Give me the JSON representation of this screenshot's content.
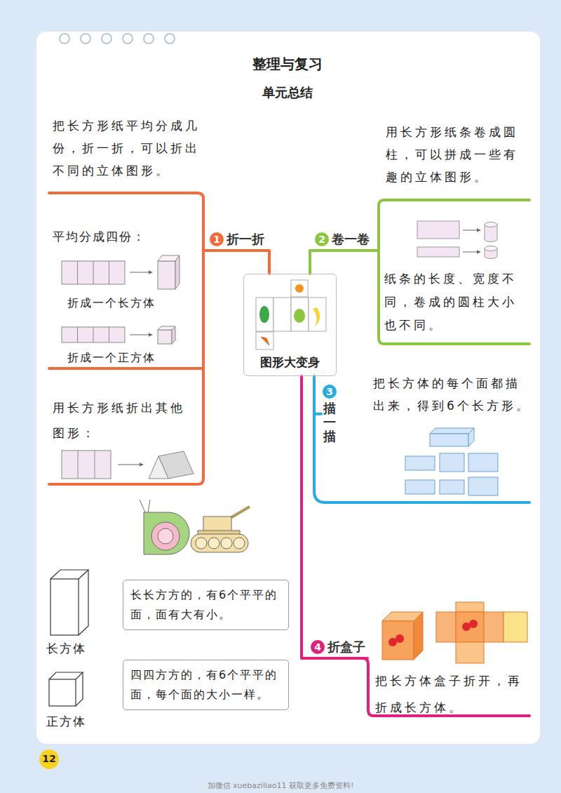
{
  "diagram": {
    "title": "整理与复习",
    "nodes": [
      {
        "text": [
          "1",
          "折一折"
        ]
      },
      {
        "text": [
          "2",
          "卷一卷"
        ]
      },
      {
        "text": [
          "图形大变身"
        ]
      },
      {
        "text": [
          "3",
          "描一描"
        ]
      },
      {
        "text": [
          "4",
          "折盒子"
        ]
      },
      {
        "text": [
          "长长方方的，有6个平平的面，面有大有小。"
        ]
      },
      {
        "text": [
          "四四方方的，有6个平平的面，每个面的大小一样。"
        ]
      }
    ],
    "edges": [
      {
        "from": 2,
        "to": 0,
        "arrow": "none"
      },
      {
        "from": 2,
        "to": 1,
        "arrow": "none"
      },
      {
        "from": 2,
        "to": 3,
        "arrow": "none"
      },
      {
        "from": 2,
        "to": 4,
        "arrow": "none"
      }
    ],
    "labels": [
      "单元总结",
      "把长方形纸平均分成几份，折一折，可以折出不同的立体图形。",
      "平均分成四份：",
      "折成一个长方体",
      "折成一个正方体",
      "用长方形纸折出其他图形：",
      "用长方形纸条卷成圆柱，可以拼成一些有趣的立体图形。",
      "纸条的长度、宽度不同，卷成的圆柱大小也不同。",
      "把长方体的每个面都描出来，得到6个长方形。",
      "把长方体盒子折开，再折成长方体。",
      "长方体",
      "正方体",
      "12",
      "加微信 xuebaziliao11 获取更多免费资料!"
    ]
  }
}
